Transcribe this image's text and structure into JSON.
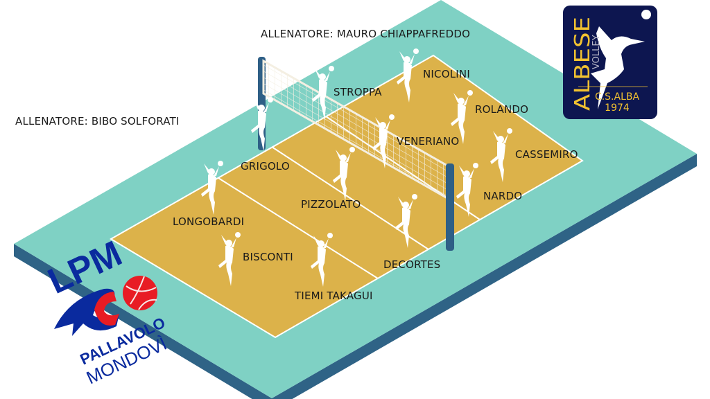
{
  "coaches": {
    "top": "ALLENATORE: MAURO CHIAPPAFREDDO",
    "left": "ALLENATORE: BIBO SOLFORATI"
  },
  "players": {
    "albese": [
      "NICOLINI",
      "STROPPA",
      "ROLANDO",
      "VENERIANO",
      "CASSEMIRO",
      "NARDO"
    ],
    "mondovi": [
      "GRIGOLO",
      "PIZZOLATO",
      "LONGOBARDI",
      "BISCONTI",
      "DECORTES",
      "TIEMI TAKAGUI"
    ]
  },
  "logos": {
    "albese": {
      "name": "ALBESE",
      "sub": "VOLLEY",
      "club": "C.S.ALBA",
      "year": "1974"
    },
    "mondovi": {
      "name": "LPM",
      "line1": "PALLAVOLO",
      "line2": "MONDOVÌ"
    }
  },
  "colors": {
    "court": "#dcb24a",
    "floor": "#7fd1c4",
    "floor_edge": "#2f6386",
    "post": "#2e5f86",
    "albese_navy": "#0d1650",
    "albese_gold": "#f2c230",
    "lpm_blue": "#0a2a9e",
    "lpm_red": "#e81c24"
  }
}
